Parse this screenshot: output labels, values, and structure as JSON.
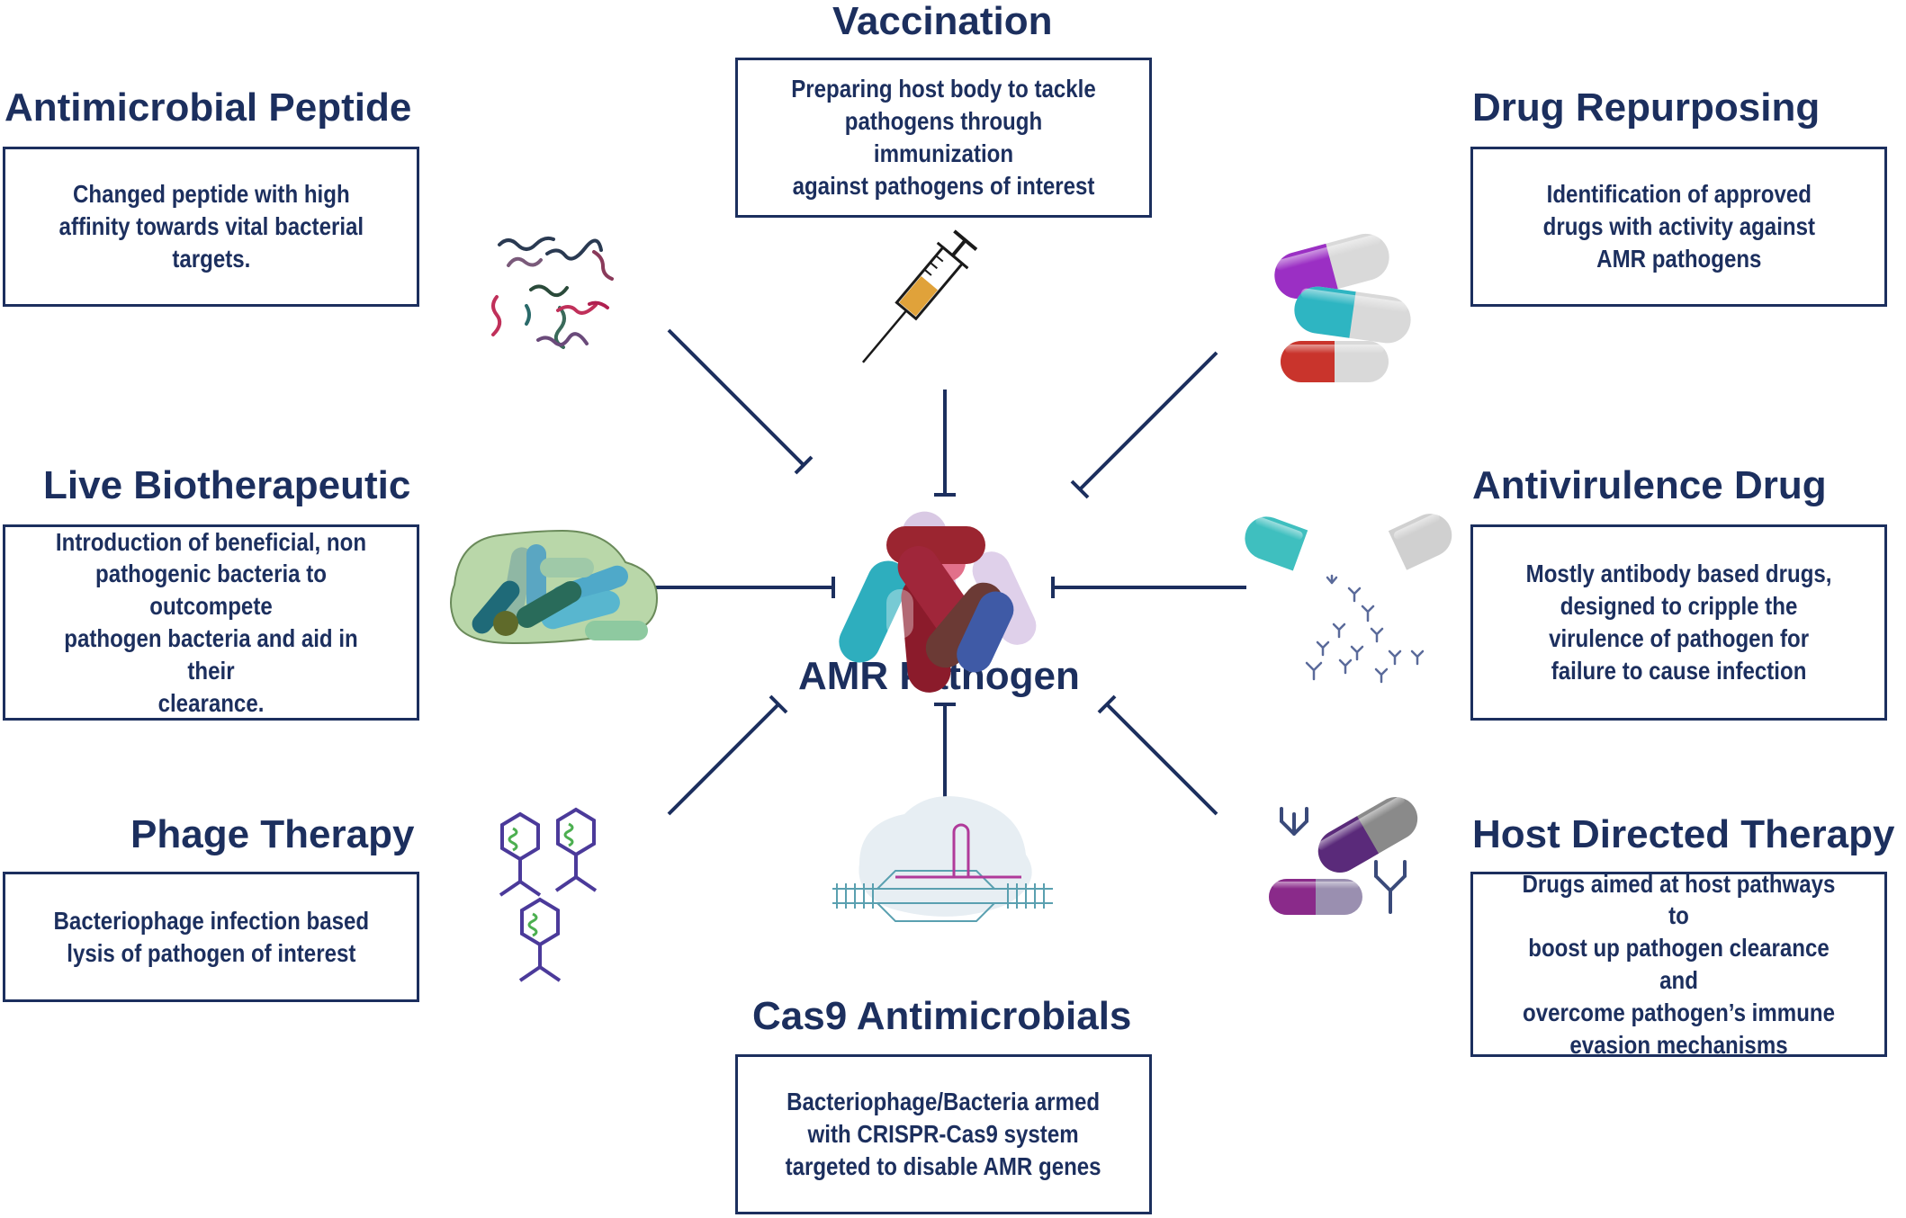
{
  "center": {
    "label": "AMR Pathogen"
  },
  "strategies": {
    "vaccination": {
      "title": "Vaccination",
      "text": "Preparing host body to tackle\npathogens through immunization\nagainst pathogens of interest"
    },
    "antimicrobial_peptide": {
      "title": "Antimicrobial Peptide",
      "text": "Changed peptide with high\naffinity towards vital bacterial\ntargets."
    },
    "drug_repurposing": {
      "title": "Drug Repurposing",
      "text": "Identification of approved\ndrugs with activity against\nAMR pathogens"
    },
    "live_biotherapeutic": {
      "title": "Live Biotherapeutic",
      "text": "Introduction of beneficial, non\npathogenic bacteria to outcompete\npathogen bacteria and aid in their\nclearance."
    },
    "antivirulence_drug": {
      "title": "Antivirulence Drug",
      "text": "Mostly antibody based drugs,\ndesigned to cripple the\nvirulence of pathogen for\nfailure to cause infection"
    },
    "phage_therapy": {
      "title": "Phage Therapy",
      "text": "Bacteriophage infection based\nlysis of pathogen of interest"
    },
    "host_directed_therapy": {
      "title": "Host Directed Therapy",
      "text": "Drugs aimed at host pathways to\nboost up pathogen clearance and\novercome pathogen’s immune\nevasion mechanisms"
    },
    "cas9_antimicrobials": {
      "title": "Cas9 Antimicrobials",
      "text": "Bacteriophage/Bacteria armed\nwith CRISPR-Cas9 system\ntargeted to disable AMR genes"
    }
  },
  "icons": {
    "vaccination": "syringe-icon",
    "antimicrobial_peptide": "peptide-strands-icon",
    "drug_repurposing": "capsules-icon",
    "live_biotherapeutic": "bacteria-biofilm-icon",
    "antivirulence_drug": "open-capsule-antibodies-icon",
    "phage_therapy": "bacteriophage-icon",
    "host_directed_therapy": "antibody-capsule-icon",
    "cas9_antimicrobials": "crispr-cas9-icon",
    "center": "pathogen-bacteria-cluster-icon"
  },
  "colors": {
    "navy": "#1c2f5e",
    "border": "#1c2f5e"
  }
}
